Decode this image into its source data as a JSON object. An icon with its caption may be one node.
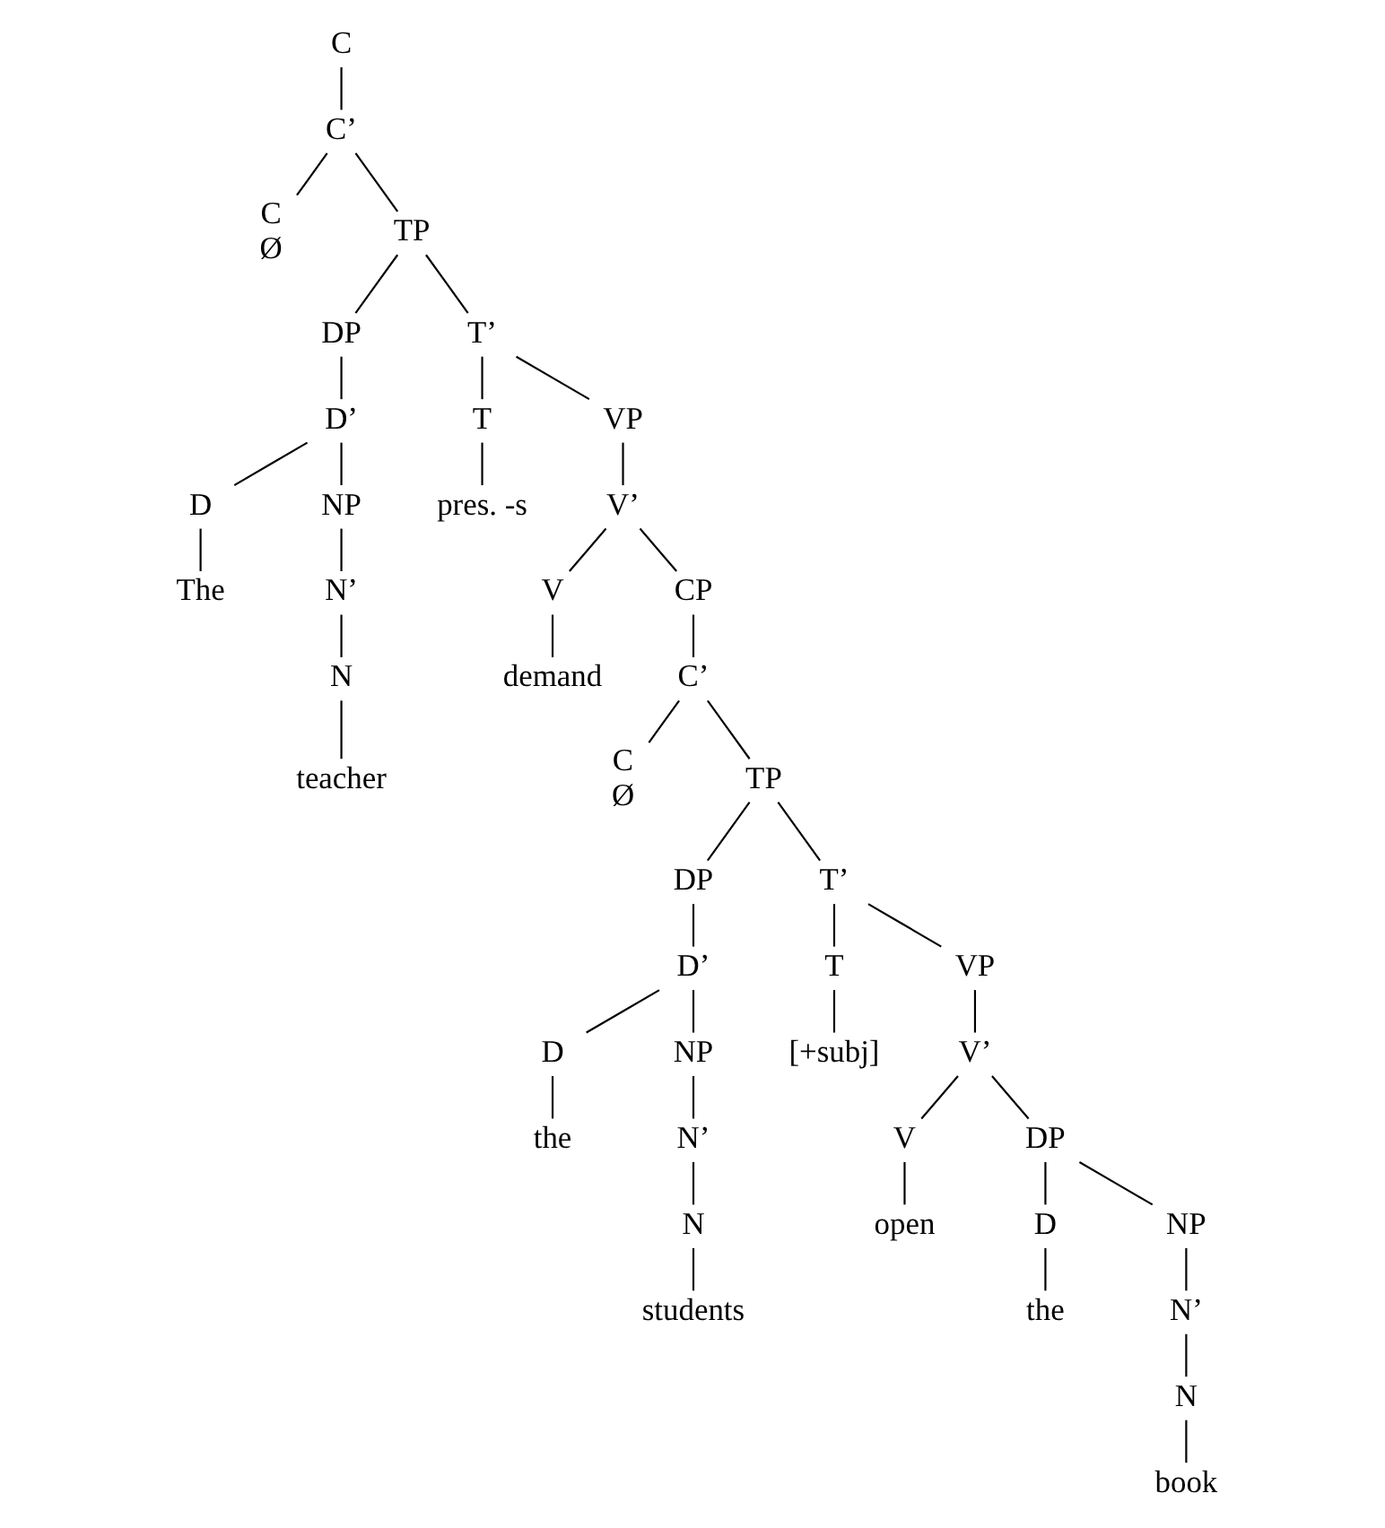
{
  "diagram": {
    "nodes": [
      {
        "text": [
          "C"
        ]
      },
      {
        "text": [
          "C’"
        ]
      },
      {
        "text": [
          "C",
          "Ø"
        ]
      },
      {
        "text": [
          "TP"
        ]
      },
      {
        "text": [
          "DP"
        ]
      },
      {
        "text": [
          "D’"
        ]
      },
      {
        "text": [
          "D"
        ]
      },
      {
        "text": [
          "The"
        ]
      },
      {
        "text": [
          "NP"
        ]
      },
      {
        "text": [
          "N’"
        ]
      },
      {
        "text": [
          "N"
        ]
      },
      {
        "text": [
          "teacher"
        ]
      },
      {
        "text": [
          "T’"
        ]
      },
      {
        "text": [
          "T"
        ]
      },
      {
        "text": [
          "pres. -s"
        ]
      },
      {
        "text": [
          "VP"
        ]
      },
      {
        "text": [
          "V’"
        ]
      },
      {
        "text": [
          "V"
        ]
      },
      {
        "text": [
          "demand"
        ]
      },
      {
        "text": [
          "CP"
        ]
      },
      {
        "text": [
          "C’"
        ]
      },
      {
        "text": [
          "C",
          "Ø"
        ]
      },
      {
        "text": [
          "TP"
        ]
      },
      {
        "text": [
          "DP"
        ]
      },
      {
        "text": [
          "D’"
        ]
      },
      {
        "text": [
          "D"
        ]
      },
      {
        "text": [
          "the"
        ]
      },
      {
        "text": [
          "NP"
        ]
      },
      {
        "text": [
          "N’"
        ]
      },
      {
        "text": [
          "N"
        ]
      },
      {
        "text": [
          "students"
        ]
      },
      {
        "text": [
          "T’"
        ]
      },
      {
        "text": [
          "T"
        ]
      },
      {
        "text": [
          "[+subj]"
        ]
      },
      {
        "text": [
          "VP"
        ]
      },
      {
        "text": [
          "V’"
        ]
      },
      {
        "text": [
          "V"
        ]
      },
      {
        "text": [
          "open"
        ]
      },
      {
        "text": [
          "DP"
        ]
      },
      {
        "text": [
          "D"
        ]
      },
      {
        "text": [
          "the"
        ]
      },
      {
        "text": [
          "NP"
        ]
      },
      {
        "text": [
          "N’"
        ]
      },
      {
        "text": [
          "N"
        ]
      },
      {
        "text": [
          "book"
        ]
      }
    ],
    "edges": [
      {
        "from": 0,
        "to": 1,
        "arrow": "none"
      },
      {
        "from": 1,
        "to": 2,
        "arrow": "none"
      },
      {
        "from": 1,
        "to": 3,
        "arrow": "none"
      },
      {
        "from": 3,
        "to": 4,
        "arrow": "none"
      },
      {
        "from": 4,
        "to": 5,
        "arrow": "none"
      },
      {
        "from": 5,
        "to": 6,
        "arrow": "none"
      },
      {
        "from": 6,
        "to": 7,
        "arrow": "none"
      },
      {
        "from": 5,
        "to": 8,
        "arrow": "none"
      },
      {
        "from": 8,
        "to": 9,
        "arrow": "none"
      },
      {
        "from": 9,
        "to": 10,
        "arrow": "none"
      },
      {
        "from": 10,
        "to": 11,
        "arrow": "none"
      },
      {
        "from": 3,
        "to": 12,
        "arrow": "none"
      },
      {
        "from": 12,
        "to": 13,
        "arrow": "none"
      },
      {
        "from": 13,
        "to": 14,
        "arrow": "none"
      },
      {
        "from": 12,
        "to": 15,
        "arrow": "none"
      },
      {
        "from": 15,
        "to": 16,
        "arrow": "none"
      },
      {
        "from": 16,
        "to": 17,
        "arrow": "none"
      },
      {
        "from": 17,
        "to": 18,
        "arrow": "none"
      },
      {
        "from": 16,
        "to": 19,
        "arrow": "none"
      },
      {
        "from": 19,
        "to": 20,
        "arrow": "none"
      },
      {
        "from": 20,
        "to": 21,
        "arrow": "none"
      },
      {
        "from": 20,
        "to": 22,
        "arrow": "none"
      },
      {
        "from": 22,
        "to": 23,
        "arrow": "none"
      },
      {
        "from": 23,
        "to": 24,
        "arrow": "none"
      },
      {
        "from": 24,
        "to": 25,
        "arrow": "none"
      },
      {
        "from": 25,
        "to": 26,
        "arrow": "none"
      },
      {
        "from": 24,
        "to": 27,
        "arrow": "none"
      },
      {
        "from": 27,
        "to": 28,
        "arrow": "none"
      },
      {
        "from": 28,
        "to": 29,
        "arrow": "none"
      },
      {
        "from": 29,
        "to": 30,
        "arrow": "none"
      },
      {
        "from": 22,
        "to": 31,
        "arrow": "none"
      },
      {
        "from": 31,
        "to": 32,
        "arrow": "none"
      },
      {
        "from": 32,
        "to": 33,
        "arrow": "none"
      },
      {
        "from": 31,
        "to": 34,
        "arrow": "none"
      },
      {
        "from": 34,
        "to": 35,
        "arrow": "none"
      },
      {
        "from": 35,
        "to": 36,
        "arrow": "none"
      },
      {
        "from": 36,
        "to": 37,
        "arrow": "none"
      },
      {
        "from": 35,
        "to": 38,
        "arrow": "none"
      },
      {
        "from": 38,
        "to": 39,
        "arrow": "none"
      },
      {
        "from": 39,
        "to": 40,
        "arrow": "none"
      },
      {
        "from": 38,
        "to": 41,
        "arrow": "none"
      },
      {
        "from": 41,
        "to": 42,
        "arrow": "none"
      },
      {
        "from": 42,
        "to": 43,
        "arrow": "none"
      },
      {
        "from": 43,
        "to": 44,
        "arrow": "none"
      }
    ]
  }
}
